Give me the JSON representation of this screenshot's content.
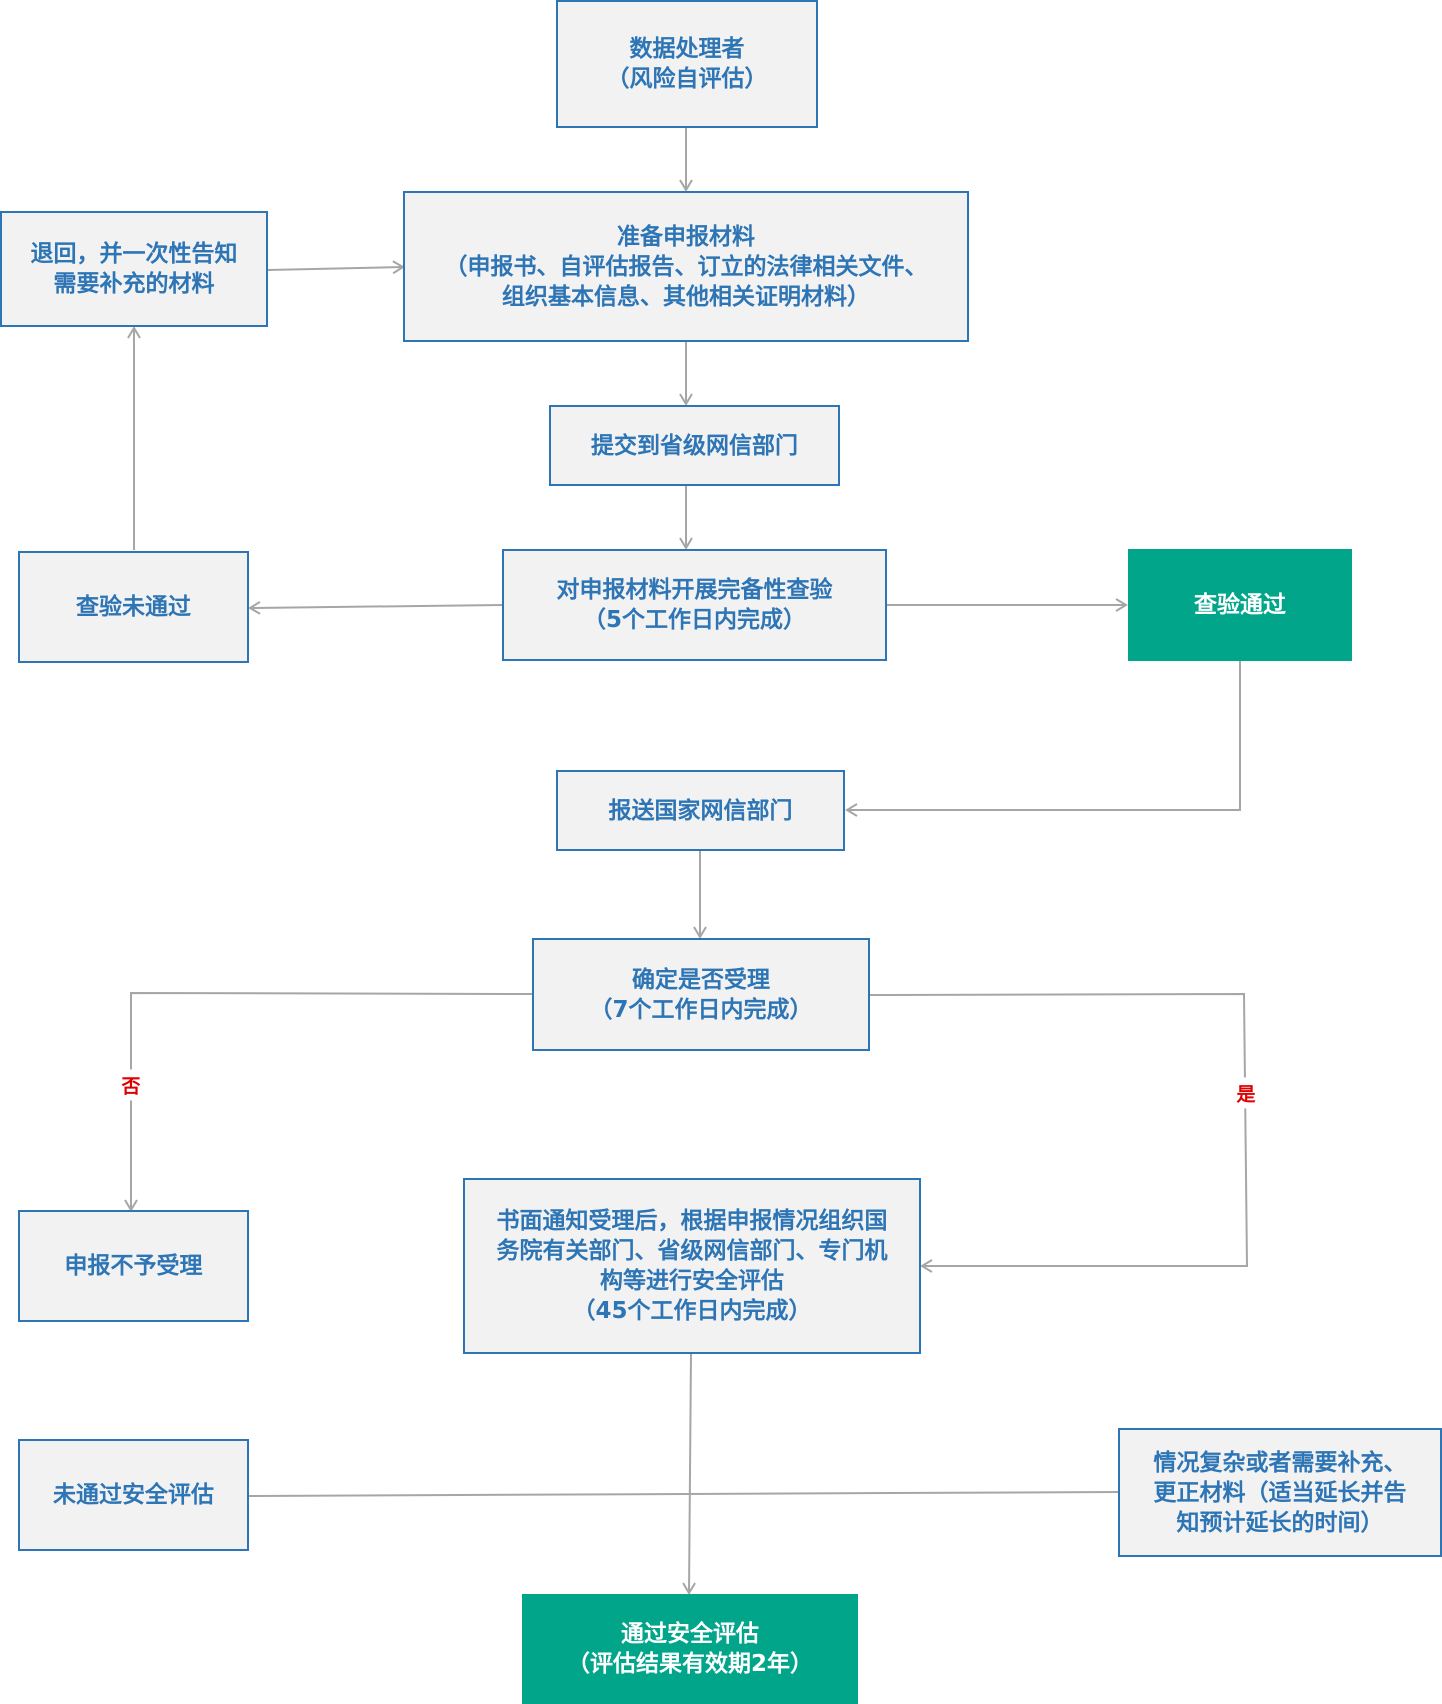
{
  "nodes": {
    "processor": {
      "l1": "数据处理者",
      "l2": "（风险自评估）"
    },
    "prepare": {
      "l1": "准备申报材料",
      "l2": "（申报书、自评估报告、订立的法律相关文件、",
      "l3": "组织基本信息、其他相关证明材料）"
    },
    "return": {
      "l1": "退回，并一次性告知",
      "l2": "需要补充的材料"
    },
    "submit_provincial": {
      "l1": "提交到省级网信部门"
    },
    "check": {
      "l1": "对申报材料开展完备性查验",
      "l2": "（5个工作日内完成）"
    },
    "check_fail": {
      "l1": "查验未通过"
    },
    "check_pass": {
      "l1": "查验通过"
    },
    "submit_national": {
      "l1": "报送国家网信部门"
    },
    "accept": {
      "l1": "确定是否受理",
      "l2": "（7个工作日内完成）"
    },
    "reject": {
      "l1": "申报不予受理"
    },
    "assess": {
      "l1": "书面通知受理后，根据申报情况组织国",
      "l2": "务院有关部门、省级网信部门、专门机",
      "l3": "构等进行安全评估",
      "l4": "（45个工作日内完成）"
    },
    "fail_assess": {
      "l1": "未通过安全评估"
    },
    "complex": {
      "l1": "情况复杂或者需要补充、",
      "l2": "更正材料（适当延长并告",
      "l3": "知预计延长的时间）"
    },
    "pass_assess": {
      "l1": "通过安全评估",
      "l2": "（评估结果有效期2年）"
    }
  },
  "labels": {
    "no": "否",
    "yes": "是"
  },
  "colors": {
    "box_fill": "#f2f2f2",
    "box_border": "#2e75b6",
    "text": "#2e75b6",
    "green": "#00a58a",
    "connector": "#a6a6a6",
    "label_red": "#e00000"
  }
}
